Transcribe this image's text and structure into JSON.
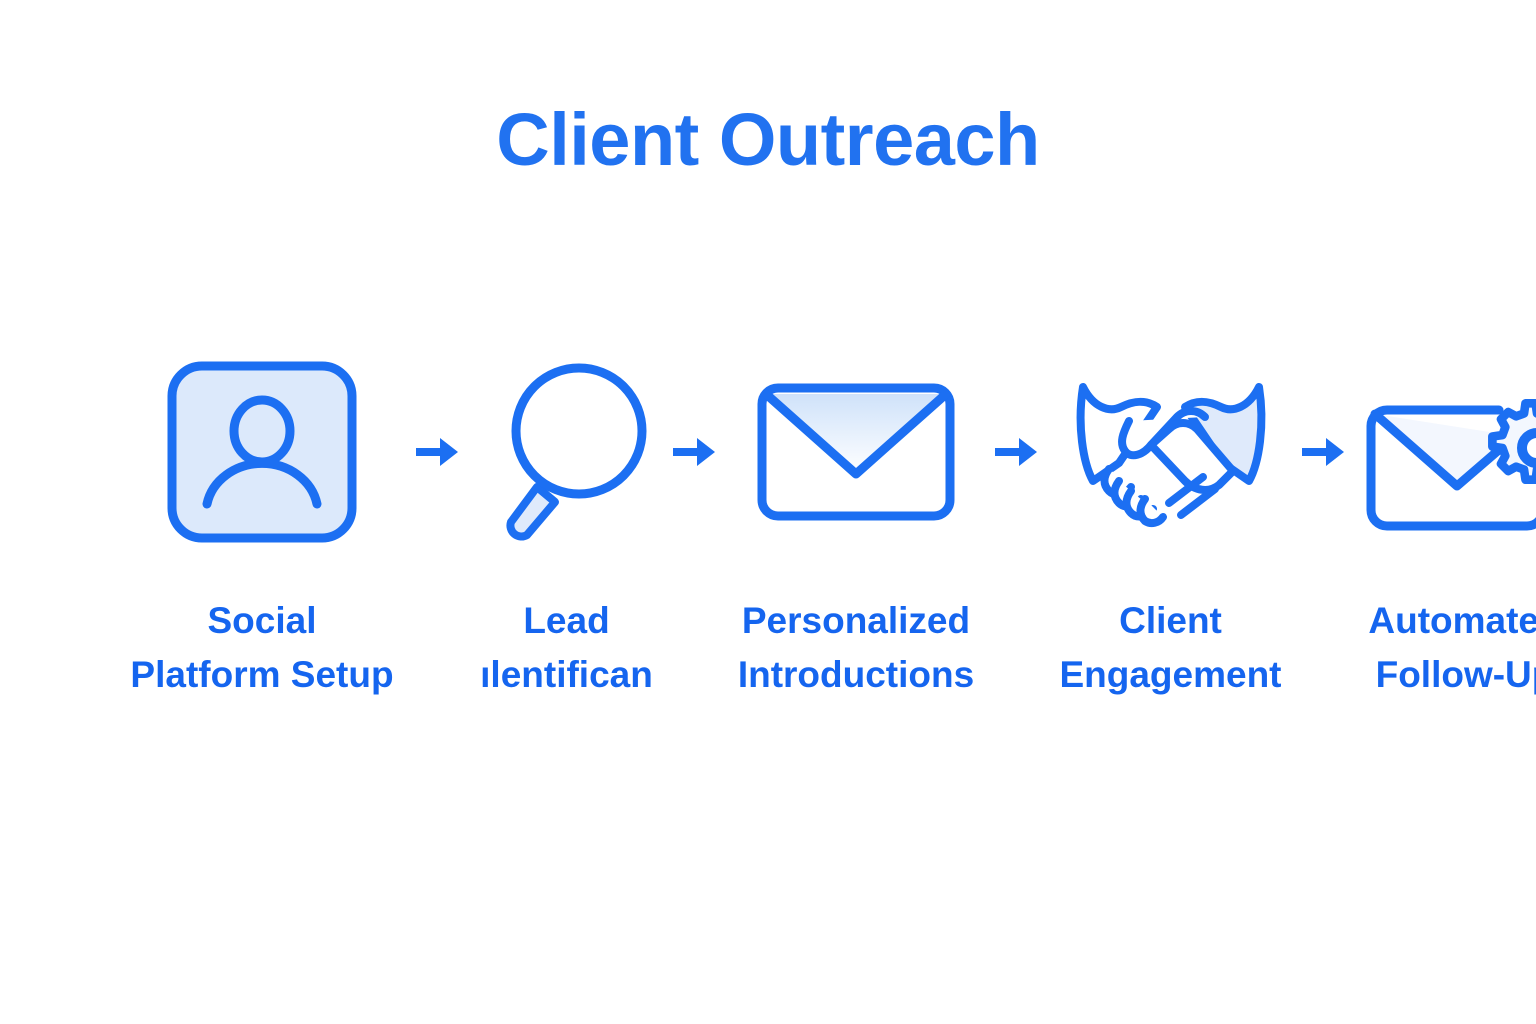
{
  "page": {
    "title": "Client Outreach",
    "background_color": "#ffffff",
    "accent_color": "#2172f0",
    "label_color": "#1565ef",
    "fill_color": "#dce9fb",
    "stroke_color": "#1c6ff2"
  },
  "flow": {
    "arrow_icon": "arrow-right-icon",
    "steps": [
      {
        "index": 1,
        "icon": "user-profile-card-icon",
        "label_line1": "Social",
        "label_line2": "Platform Setup"
      },
      {
        "index": 2,
        "icon": "magnifying-glass-icon",
        "label_line1": "Lead",
        "label_line2": "ılentifican"
      },
      {
        "index": 3,
        "icon": "envelope-icon",
        "label_line1": "Personalized",
        "label_line2": "Introductions"
      },
      {
        "index": 4,
        "icon": "handshake-icon",
        "label_line1": "Client",
        "label_line2": "Engagement"
      },
      {
        "index": 5,
        "icon": "envelope-gear-icon",
        "label_line1": "Automated",
        "label_line2": "Follow-Up"
      }
    ]
  }
}
